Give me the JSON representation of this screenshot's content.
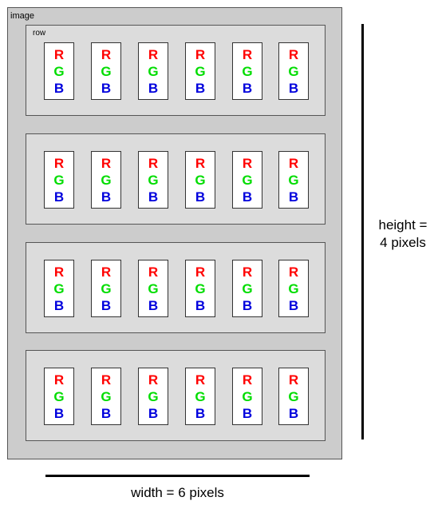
{
  "image_label": "image",
  "row_label": "row",
  "channels": [
    "R",
    "G",
    "B"
  ],
  "colors": {
    "red_channel": "#ff0000",
    "green_channel": "#00dd00",
    "blue_channel": "#0000dd"
  },
  "grid": {
    "rows": 4,
    "pixels_per_row": 6
  },
  "height_annotation": {
    "line1": "height =",
    "line2": "4 pixels"
  },
  "width_annotation": "width = 6 pixels"
}
